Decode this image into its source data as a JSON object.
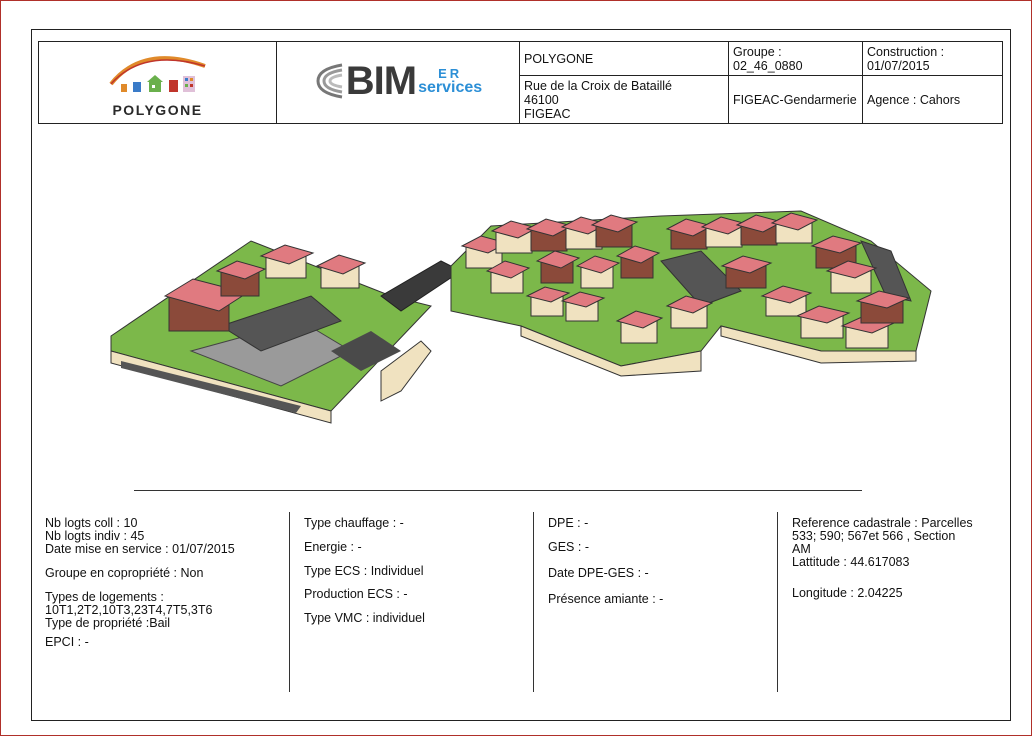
{
  "header": {
    "org_name": "POLYGONE",
    "groupe_label": "Groupe :",
    "groupe_value": "02_46_0880",
    "construction_label": "Construction :",
    "construction_value": "01/07/2015",
    "address_line1": "Rue de la Croix de Bataillé",
    "address_line2": "46100",
    "address_line3": "FIGEAC",
    "site_name": "FIGEAC-Gendarmerie",
    "agence": "Agence : Cahors"
  },
  "logos": {
    "polygone_text": "POLYGONE",
    "bimer_big": "BIM",
    "bimer_er": "ER",
    "bimer_services": "services"
  },
  "col1": {
    "nb_logts_coll": "Nb logts coll : 10",
    "nb_logts_indiv": "Nb logts indiv : 45",
    "date_mise_service": "Date mise en service : 01/07/2015",
    "groupe_copro": "Groupe en copropriété : Non",
    "types_logements_label": "Types de logements :",
    "types_logements_value": "10T1,2T2,10T3,23T4,7T5,3T6",
    "type_propriete": "Type de propriété :Bail",
    "epci": "EPCI : -"
  },
  "col2": {
    "type_chauffage": "Type chauffage : -",
    "energie": "Energie : -",
    "type_ecs": "Type ECS : Individuel",
    "production_ecs": "Production ECS : -",
    "type_vmc": "Type VMC : individuel"
  },
  "col3": {
    "dpe": "DPE : -",
    "ges": "GES : -",
    "date_dpe_ges": "Date DPE-GES : -",
    "presence_amiante": "Présence amiante : -"
  },
  "col4": {
    "ref_cadastrale_1": "Reference cadastrale : Parcelles",
    "ref_cadastrale_2": "533; 590; 567et 566  , Section",
    "ref_cadastrale_3": "AM",
    "latitude": "Lattitude : 44.617083",
    "longitude": "Longitude : 2.04225"
  },
  "colors": {
    "border_red": "#b0302a",
    "roof": "#e07a80",
    "wall": "#8b4a3a",
    "grass": "#7cb84a",
    "base": "#f0e2c0",
    "logo_blue": "#2c8fd6"
  }
}
